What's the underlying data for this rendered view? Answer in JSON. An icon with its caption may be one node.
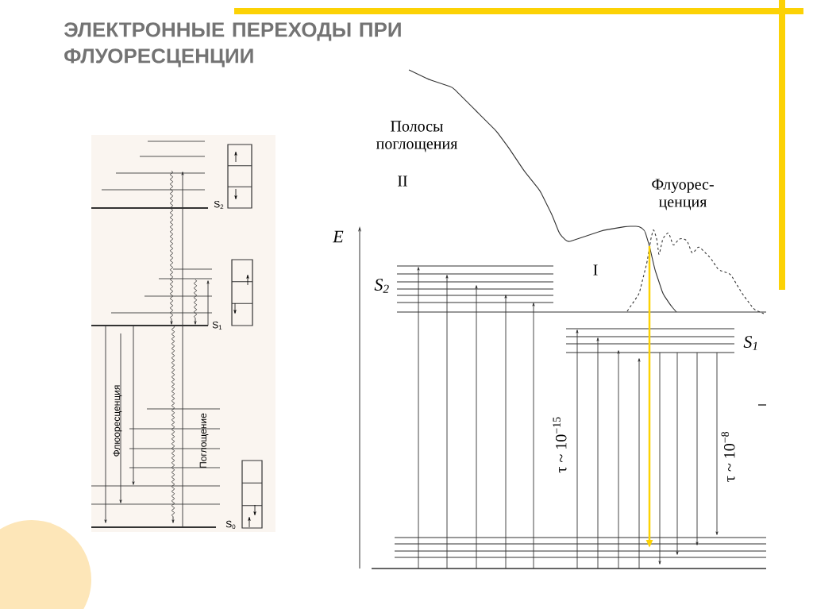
{
  "diagram": {
    "title": "ЭЛЕКТРОННЫЕ ПЕРЕХОДЫ ПРИ ФЛУОРЕСЦЕНЦИИ",
    "labels": [
      "S$_{2}$",
      "S$_{1}$",
      "Флюоресценция",
      "Поглощение",
      "S$_{0}$",
      "Полосы поглощения",
      "II",
      "Флуорес- ценция",
      "E",
      "I",
      "S$_{2}$",
      "S$_{1}$",
      "τ ~ 10$^{−15}$",
      "τ ~ 10$^{−8}$"
    ]
  }
}
